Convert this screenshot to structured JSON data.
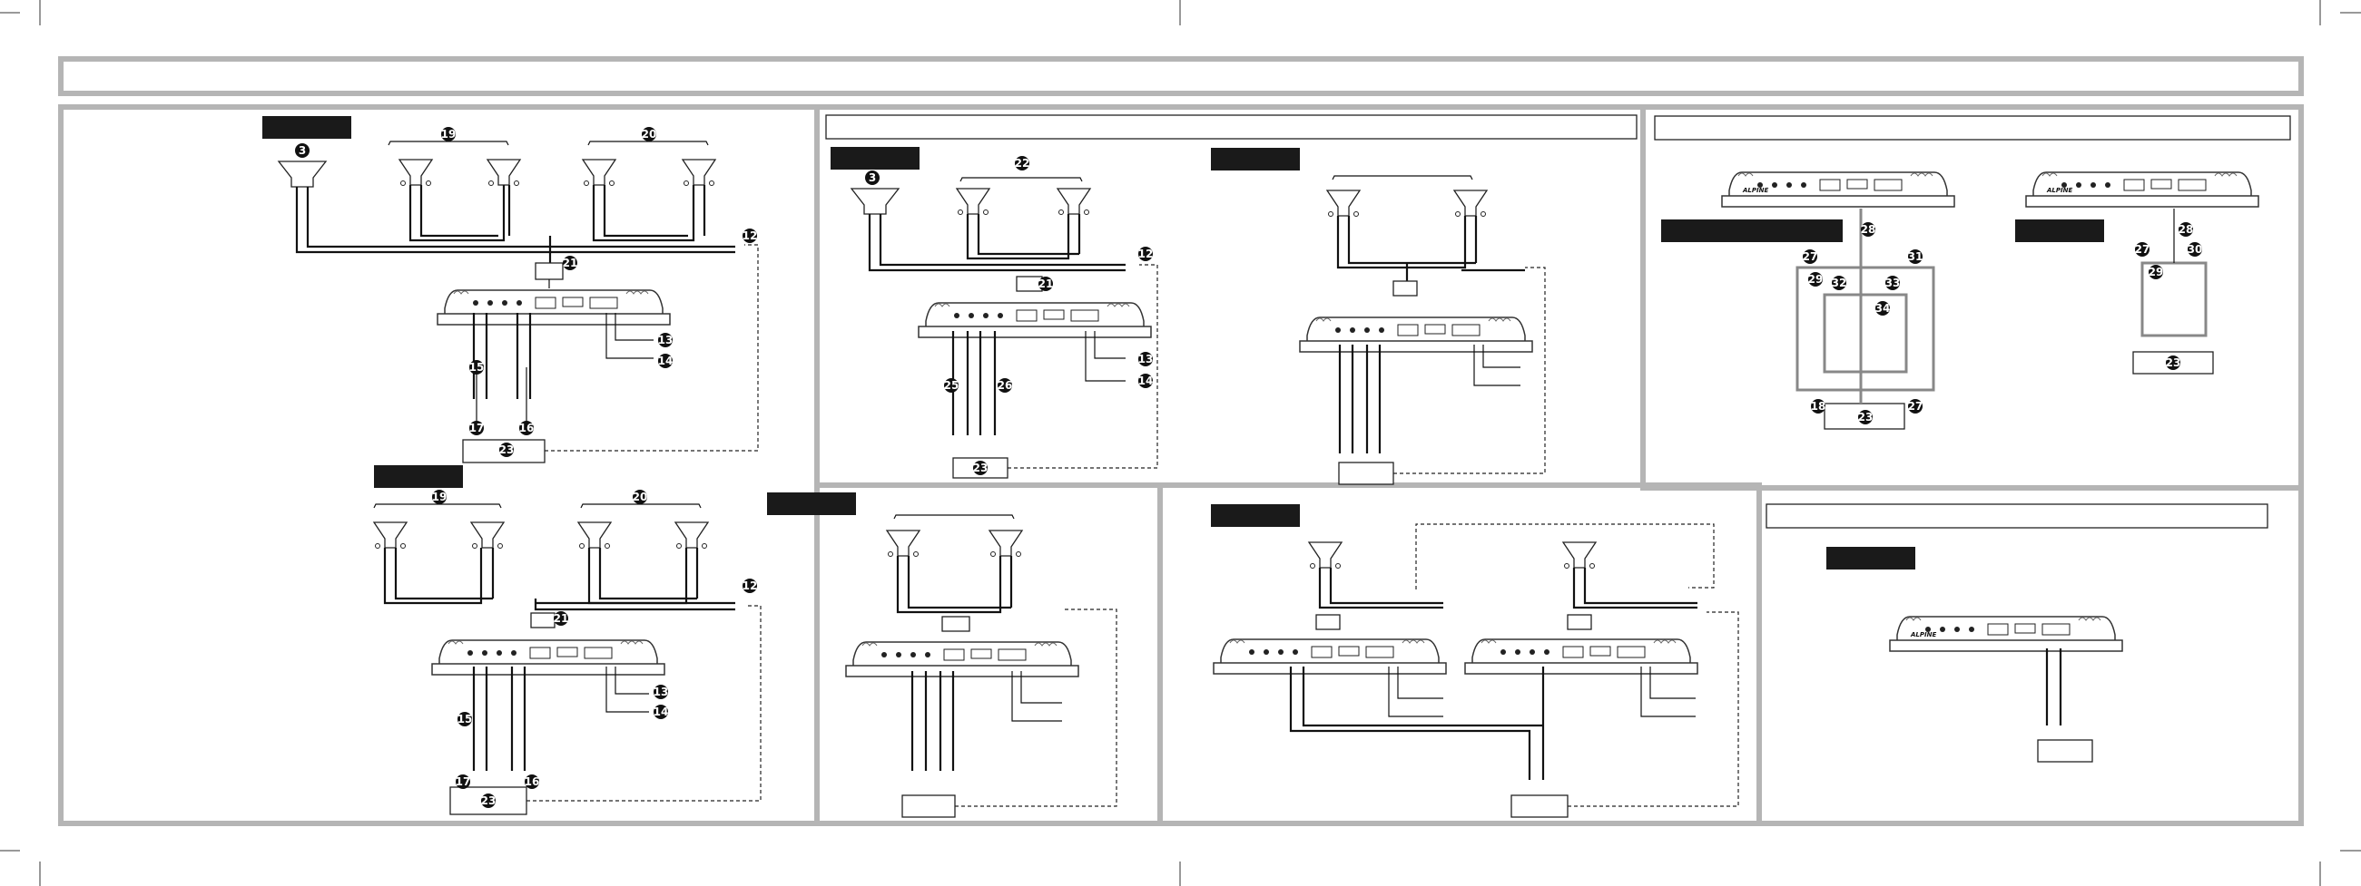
{
  "page": {
    "brand_text": "ALPINE"
  },
  "callouts": {
    "c1": "3",
    "c2": "19",
    "c3": "20",
    "c4": "12",
    "c5": "21",
    "c6": "13",
    "c7": "14",
    "c8": "15",
    "c9": "16",
    "c10": "17",
    "c11": "23",
    "c12": "19",
    "c13": "20",
    "c14": "12",
    "c15": "21",
    "c16": "13",
    "c17": "14",
    "c18": "15",
    "c19": "16",
    "c20": "17",
    "c21": "23",
    "c22": "3",
    "c23": "22",
    "c24": "12",
    "c25": "21",
    "c26": "13",
    "c27": "14",
    "c28": "25",
    "c29": "26",
    "c30": "23",
    "c31": "28",
    "c32": "27",
    "c33": "31",
    "c34": "29",
    "c35": "32",
    "c36": "33",
    "c37": "34",
    "c38": "18",
    "c39": "23",
    "c40": "27",
    "c41": "28",
    "c42": "27",
    "c43": "30",
    "c44": "29",
    "c45": "23"
  },
  "colors": {
    "panel_border": "#b5b5b5",
    "bar": "#1a1a1a",
    "wire": "#111111"
  },
  "icons": {
    "speaker": "speaker-icon",
    "amplifier": "amplifier-icon",
    "crossover": "crossover-box-icon",
    "head_unit": "head-unit-box-icon"
  }
}
